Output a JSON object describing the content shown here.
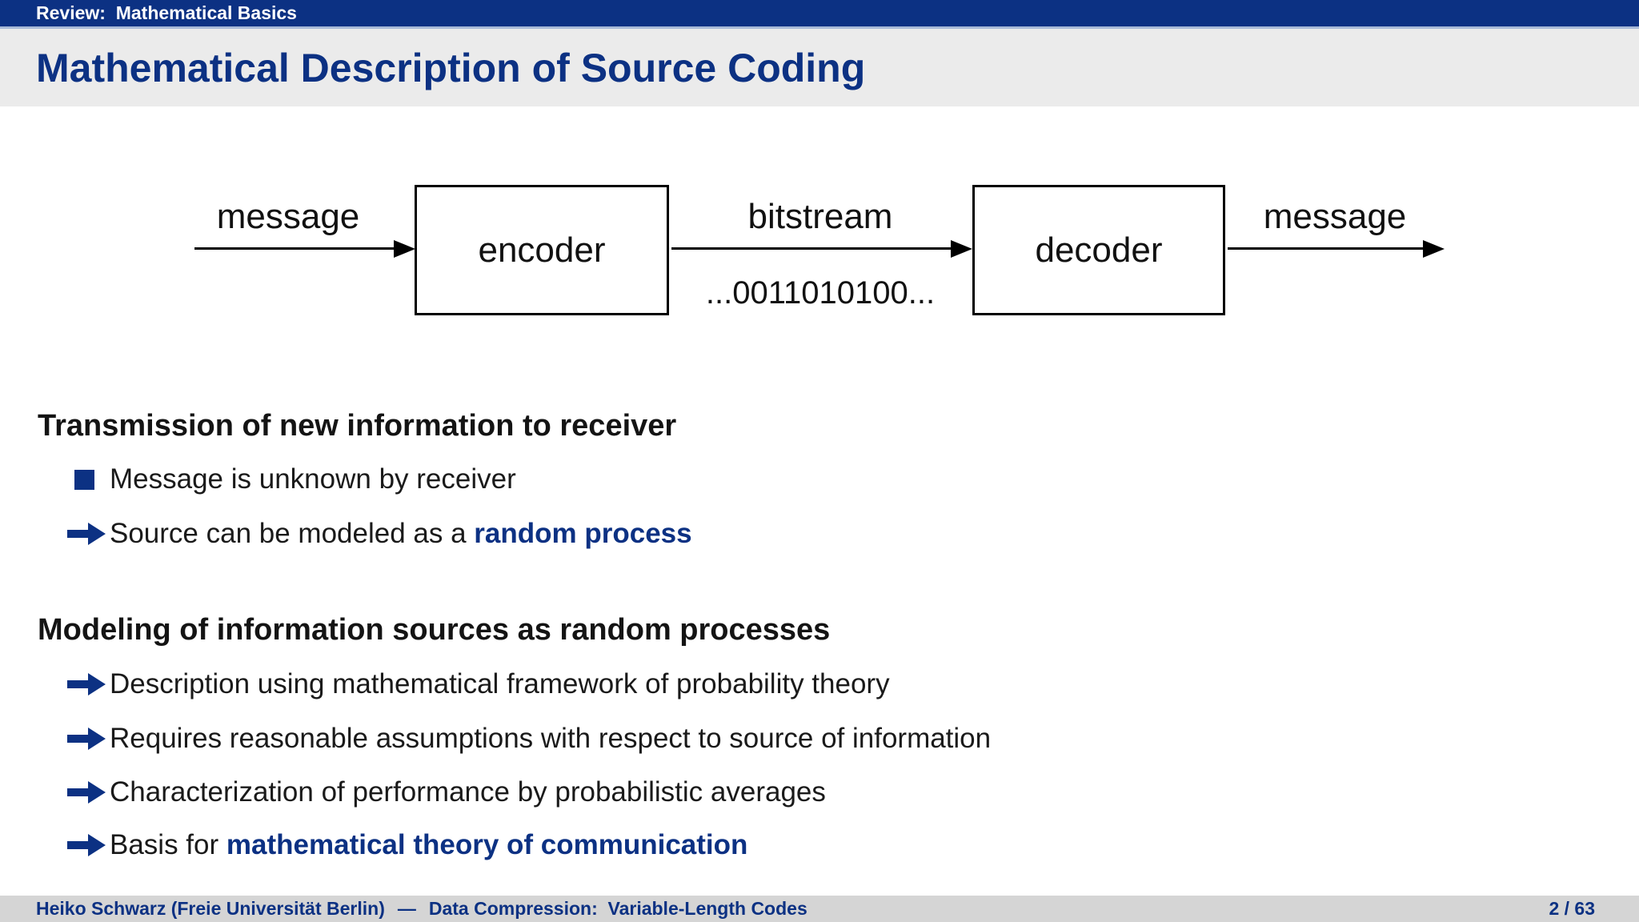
{
  "header": {
    "section": "Review:  Mathematical Basics"
  },
  "title": "Mathematical Description of Source Coding",
  "diagram": {
    "input_label": "message",
    "encoder_label": "encoder",
    "stream_label": "bitstream",
    "stream_bits": "...0011010100...",
    "decoder_label": "decoder",
    "output_label": "message"
  },
  "content": {
    "block1": {
      "heading": "Transmission of new information to receiver",
      "items": [
        {
          "marker": "square",
          "text": "Message is unknown by receiver",
          "emphasis": ""
        },
        {
          "marker": "arrow",
          "text": "Source can be modeled as a ",
          "emphasis": "random process"
        }
      ]
    },
    "block2": {
      "heading": "Modeling of information sources as random processes",
      "items": [
        {
          "marker": "arrow",
          "text": "Description using mathematical framework of probability theory",
          "emphasis": ""
        },
        {
          "marker": "arrow",
          "text": "Requires reasonable assumptions with respect to source of information",
          "emphasis": ""
        },
        {
          "marker": "arrow",
          "text": "Characterization of performance by probabilistic averages",
          "emphasis": ""
        },
        {
          "marker": "arrow",
          "text": "Basis for ",
          "emphasis": "mathematical theory of communication"
        }
      ]
    }
  },
  "footer": {
    "author": "Heiko Schwarz (Freie Universität Berlin)",
    "separator": "—",
    "course": "Data Compression:  Variable-Length Codes",
    "page": "2 / 63"
  },
  "colors": {
    "accent_blue": "#0c3183",
    "title_band_gray": "#ebebeb",
    "footer_gray": "#d5d5d5",
    "bar_underline": "#a9bad8"
  }
}
